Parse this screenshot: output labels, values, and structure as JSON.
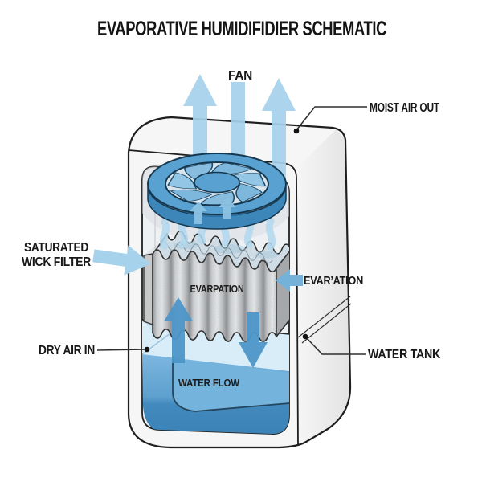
{
  "title": "EVAPORATIVE HUMIDIFIDIER SCHEMATIC",
  "labels": {
    "fan": "FAN",
    "moist_air_out": "MOIST AIR OUT",
    "saturated_wick_filter_line1": "SATURATED",
    "saturated_wick_filter_line2": "WICK FILTER",
    "evaporation_on_filter": "EVARPATION",
    "evaporation_side": "EVAR’ATION",
    "dry_air_in": "DRY AIR IN",
    "water_tank": "WATER TANK",
    "water_flow": "WATER FLOW"
  },
  "colors": {
    "arrow_light_blue": "#a6d2ec",
    "arrow_medium_blue": "#4d96c8",
    "fan_ring_blue": "#58a1d1",
    "fan_side_blue": "#3d86b9",
    "blade_blue": "#7db7dc",
    "water_light_band": "#d9edf9",
    "water_mid": "#74b3dc",
    "water_dark": "#3a81b5",
    "filter_gray": "#c6c6c6",
    "outline_dark": "#1f1f1f"
  }
}
